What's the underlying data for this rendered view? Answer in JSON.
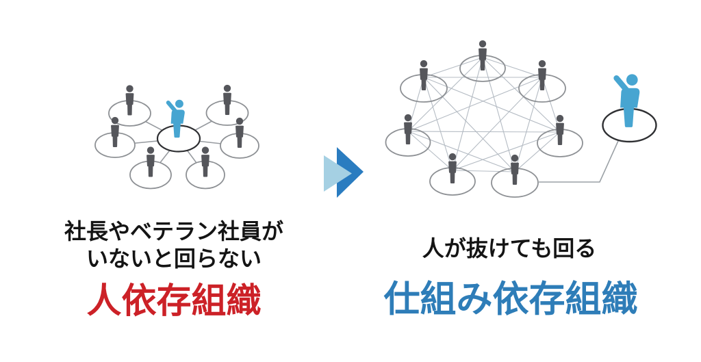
{
  "page": {
    "type": "infographic-slide",
    "background": "#ffffff"
  },
  "left_panel": {
    "caption_line1": "社長やベテラン社員が",
    "caption_line2": "いないと回らない",
    "label": "人依存組織",
    "network": {
      "structure": "hub-and-spoke",
      "hub": "leader raising hand (blue)",
      "member_count": 6
    }
  },
  "right_panel": {
    "caption_line1": "人が抜けても回る",
    "label": "仕組み依存組織",
    "network": {
      "structure": "full-mesh",
      "member_count": 7,
      "leader": "blue leader standing outside the mesh, linked by a bent line"
    }
  },
  "arrow": {
    "style": "two overlapping right-pointing triangles"
  },
  "colors": {
    "accent_blue": "#47a5d1",
    "label_red": "#cc2127",
    "label_blue": "#2e7db8",
    "caption_black": "#141414",
    "arrow_light": "#a5d0e3",
    "arrow_dark": "#2a7cc0",
    "person_gray": "#55565b",
    "ellipse_gray": "#8d9094",
    "ellipse_dark": "#2f3033",
    "spoke_gray": "#979ba0",
    "mesh_gray": "#b4bbc3",
    "connector_gray": "#9aa0a5"
  }
}
